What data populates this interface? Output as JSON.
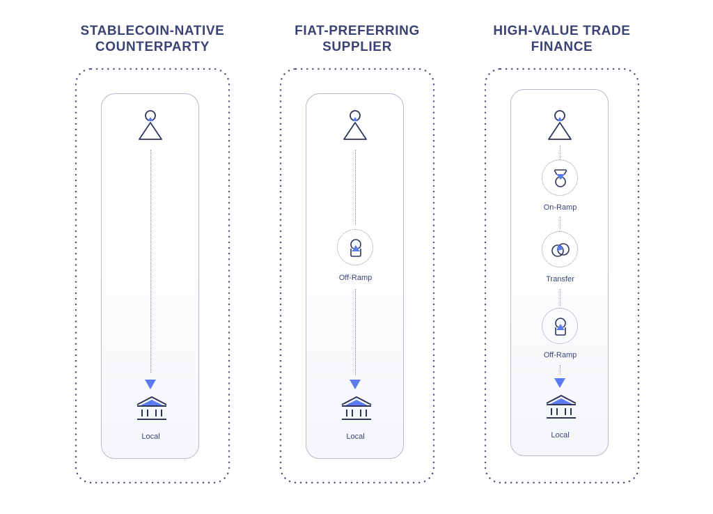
{
  "columns": [
    {
      "title": "STABLECOIN-NATIVE\nCOUNTERPARTY",
      "steps": [],
      "destination": {
        "label": "Local",
        "icon": "bank-icon"
      },
      "origin_icon": "user-icon"
    },
    {
      "title": "FIAT-PREFERRING\nSUPPLIER",
      "steps": [
        {
          "label": "Off-Ramp",
          "icon": "off-ramp-icon"
        }
      ],
      "destination": {
        "label": "Local",
        "icon": "bank-icon"
      },
      "origin_icon": "user-icon"
    },
    {
      "title": "HIGH-VALUE TRADE\nFINANCE",
      "steps": [
        {
          "label": "On-Ramp",
          "icon": "on-ramp-icon"
        },
        {
          "label": "Transfer",
          "icon": "transfer-icon"
        },
        {
          "label": "Off-Ramp",
          "icon": "off-ramp-icon"
        }
      ],
      "destination": {
        "label": "Local",
        "icon": "bank-icon"
      },
      "origin_icon": "user-icon"
    }
  ],
  "colors": {
    "title_text": "#3a4373",
    "outline": "#2f355a",
    "accent_blue": "#5b7cf0",
    "dotted_border": "#4a5078",
    "card_border": "#b4b9ca"
  }
}
